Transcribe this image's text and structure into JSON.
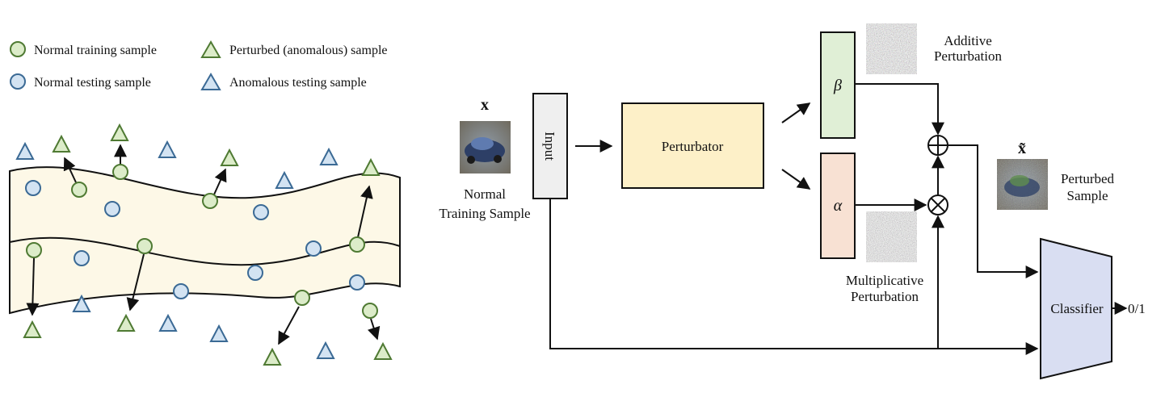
{
  "legend": {
    "normal_training": "Normal training sample",
    "perturbed": "Perturbed (anomalous) sample",
    "normal_testing": "Normal testing sample",
    "anomalous_testing": "Anomalous testing sample"
  },
  "colors": {
    "train_fill": "#dcecc9",
    "train_stroke": "#4f7a33",
    "test_fill": "#d3e3f2",
    "test_stroke": "#3b6a95",
    "band_fill": "#fdf8e7",
    "perturbator_fill": "#fdf0c8",
    "beta_fill": "#e0efd6",
    "alpha_fill": "#f8e1d3",
    "classifier_fill": "#d9def2",
    "input_fill": "#efefef"
  },
  "pipeline": {
    "x_label": "x",
    "input_label": "Input",
    "input_caption_line1": "Normal",
    "input_caption_line2": "Training Sample",
    "perturbator_label": "Perturbator",
    "beta_label": "β",
    "alpha_label": "α",
    "additive_line1": "Additive",
    "additive_line2": "Perturbation",
    "multiplicative_line1": "Multiplicative",
    "multiplicative_line2": "Perturbation",
    "x_tilde_label": "x̃",
    "perturbed_line1": "Perturbed",
    "perturbed_line2": "Sample",
    "classifier_label": "Classifier",
    "output_label": "0/1",
    "plus_op": "⊕",
    "times_op": "⊗"
  }
}
